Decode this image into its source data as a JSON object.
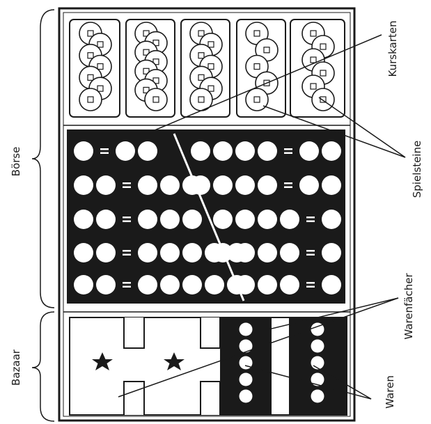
{
  "labels": {
    "boerse": "Börse",
    "bazaar": "Bazaar",
    "kurskarten": "Kurskarten",
    "spielsteine": "Spielsteine",
    "warenfaecher": "Warenfächer",
    "waren": "Waren"
  },
  "icons": {
    "star": "star-icon",
    "coin": "coin-icon"
  },
  "colors": {
    "ink": "#1a1a1a",
    "paper": "#ffffff"
  },
  "rate_left": [
    {
      "lhs": 1,
      "rhs": 2
    },
    {
      "lhs": 2,
      "rhs": 3
    },
    {
      "lhs": 2,
      "rhs": 3
    },
    {
      "lhs": 2,
      "rhs": 5
    },
    {
      "lhs": 2,
      "rhs": 5
    }
  ],
  "rate_right": [
    {
      "lhs": 4,
      "rhs": 2
    },
    {
      "lhs": 4,
      "rhs": 2
    },
    {
      "lhs": 4,
      "rhs": 1
    },
    {
      "lhs": 4,
      "rhs": 1
    },
    {
      "lhs": 3,
      "rhs": 1
    }
  ],
  "coin_stacks": [
    7,
    8,
    7,
    5,
    6
  ],
  "waren_columns": [
    5,
    5
  ]
}
